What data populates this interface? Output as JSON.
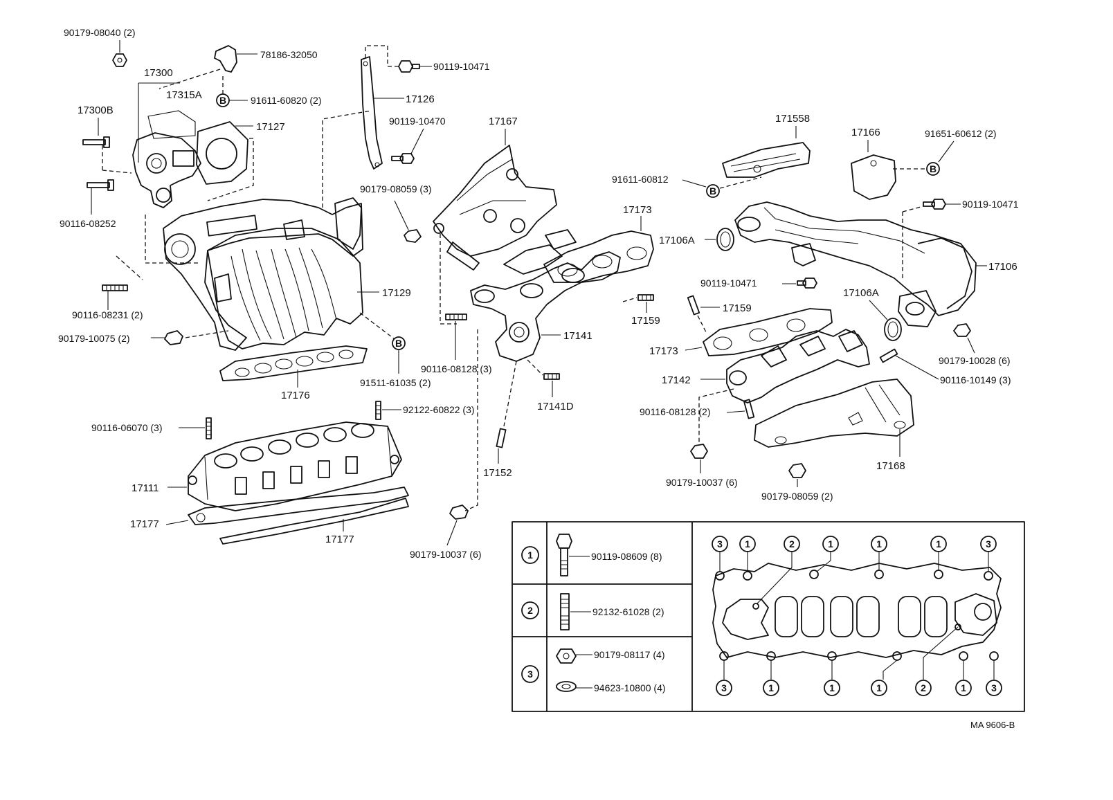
{
  "figure_code": "MA 9606-B",
  "callouts": {
    "p90179_08040": "90179-08040 (2)",
    "p78186_32050": "78186-32050",
    "p17300": "17300",
    "p17315A": "17315A",
    "p91611_60820": "91611-60820 (2)",
    "p17300B": "17300B",
    "p17127": "17127",
    "p90116_08252": "90116-08252",
    "p90119_10471_a": "90119-10471",
    "p17126": "17126",
    "p90119_10470": "90119-10470",
    "p90179_08059_3": "90179-08059 (3)",
    "p17167": "17167",
    "p90116_08231": "90116-08231 (2)",
    "p17129": "17129",
    "p90179_10075": "90179-10075 (2)",
    "p91511_61035": "91511-61035 (2)",
    "p17176": "17176",
    "p92122_60822": "92122-60822 (3)",
    "p90116_06070": "90116-06070 (3)",
    "p17111": "17111",
    "p17177_a": "17177",
    "p17177_b": "17177",
    "p90116_08128_3": "90116-08128 (3)",
    "p17141": "17141",
    "p17141D": "17141D",
    "p17152": "17152",
    "p90179_10037_a": "90179-10037 (6)",
    "p17173_a": "17173",
    "p17159_a": "17159",
    "p171558": "171558",
    "p17166": "17166",
    "p91651_60612": "91651-60612 (2)",
    "p91611_60812": "91611-60812",
    "p90119_10471_b": "90119-10471",
    "p17106A_a": "17106A",
    "p17106": "17106",
    "p90119_10471_c": "90119-10471",
    "p17106A_b": "17106A",
    "p17159_b": "17159",
    "p90179_10028": "90179-10028 (6)",
    "p17173_b": "17173",
    "p90116_10149": "90116-10149 (3)",
    "p17142": "17142",
    "p90116_08128_2": "90116-08128 (2)",
    "p17168": "17168",
    "p90179_10037_b": "90179-10037 (6)",
    "p90179_08059_2": "90179-08059 (2)"
  },
  "marker_b": "B",
  "legend": {
    "rows": [
      {
        "key": "1",
        "parts": [
          {
            "label": "90119-08609 (8)"
          }
        ]
      },
      {
        "key": "2",
        "parts": [
          {
            "label": "92132-61028 (2)"
          }
        ]
      },
      {
        "key": "3",
        "parts": [
          {
            "label": "90179-08117 (4)"
          },
          {
            "label": "94623-10800 (4)"
          }
        ]
      }
    ],
    "gasket_top_markers": [
      "3",
      "1",
      "2",
      "1",
      "1",
      "1",
      "3"
    ],
    "gasket_bottom_markers": [
      "3",
      "1",
      "1",
      "1",
      "2",
      "1",
      "3"
    ]
  }
}
